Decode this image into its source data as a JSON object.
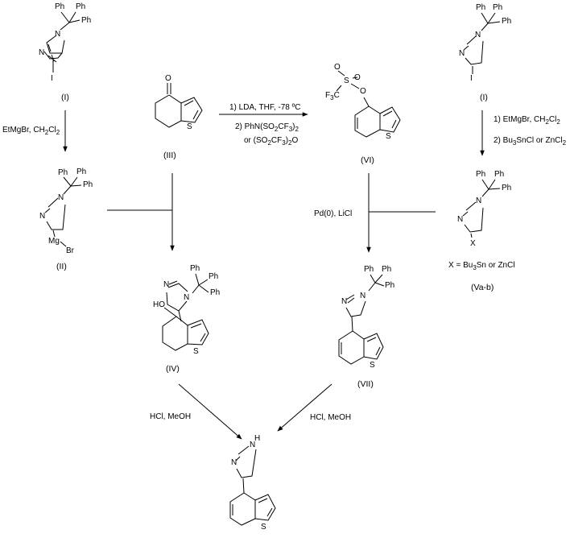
{
  "compounds": {
    "I_top_left": {
      "label": "(I)",
      "atoms": {
        "ph1": "Ph",
        "ph2": "Ph",
        "ph3": "Ph",
        "n1": "N",
        "n2": "N",
        "i": "I"
      }
    },
    "II": {
      "label": "(II)",
      "atoms": {
        "ph1": "Ph",
        "ph2": "Ph",
        "ph3": "Ph",
        "n1": "N",
        "n2": "N",
        "mg": "Mg",
        "br": "Br"
      }
    },
    "III": {
      "label": "(III)",
      "atoms": {
        "o": "O",
        "s": "S"
      }
    },
    "IV": {
      "label": "(IV)",
      "atoms": {
        "ph1": "Ph",
        "ph2": "Ph",
        "ph3": "Ph",
        "n1": "N",
        "n2": "N",
        "ho": "HO",
        "s": "S"
      }
    },
    "VI": {
      "label": "(VI)",
      "atoms": {
        "f3c": "F3C",
        "s_sulf": "S",
        "o1": "O",
        "o2": "O",
        "o3": "O",
        "s": "S"
      }
    },
    "I_top_right": {
      "label": "(I)",
      "atoms": {
        "ph1": "Ph",
        "ph2": "Ph",
        "ph3": "Ph",
        "n1": "N",
        "n2": "N",
        "i": "I"
      }
    },
    "Va_b": {
      "label": "(Va-b)",
      "caption": "X = Bu3Sn or ZnCl",
      "atoms": {
        "ph1": "Ph",
        "ph2": "Ph",
        "ph3": "Ph",
        "n1": "N",
        "n2": "N",
        "x": "X"
      }
    },
    "VII": {
      "label": "(VII)",
      "atoms": {
        "ph1": "Ph",
        "ph2": "Ph",
        "ph3": "Ph",
        "n1": "N",
        "n2": "N",
        "s": "S"
      }
    },
    "product": {
      "atoms": {
        "nh": "H",
        "n1": "N",
        "n2": "N",
        "s": "S"
      }
    }
  },
  "reagents": {
    "grignard": "EtMgBr, CH2Cl2",
    "triflation_1": "1) LDA, THF, -78 ºC",
    "triflation_2": "2) PhN(SO2CF3)2",
    "triflation_3": "or (SO2CF3)2O",
    "stannylation_1": "1) EtMgBr, CH2Cl2",
    "stannylation_2": "2) Bu3SnCl or ZnCl2",
    "coupling": "Pd(0), LiCl",
    "deprotect_left": "HCl, MeOH",
    "deprotect_right": "HCl, MeOH"
  }
}
